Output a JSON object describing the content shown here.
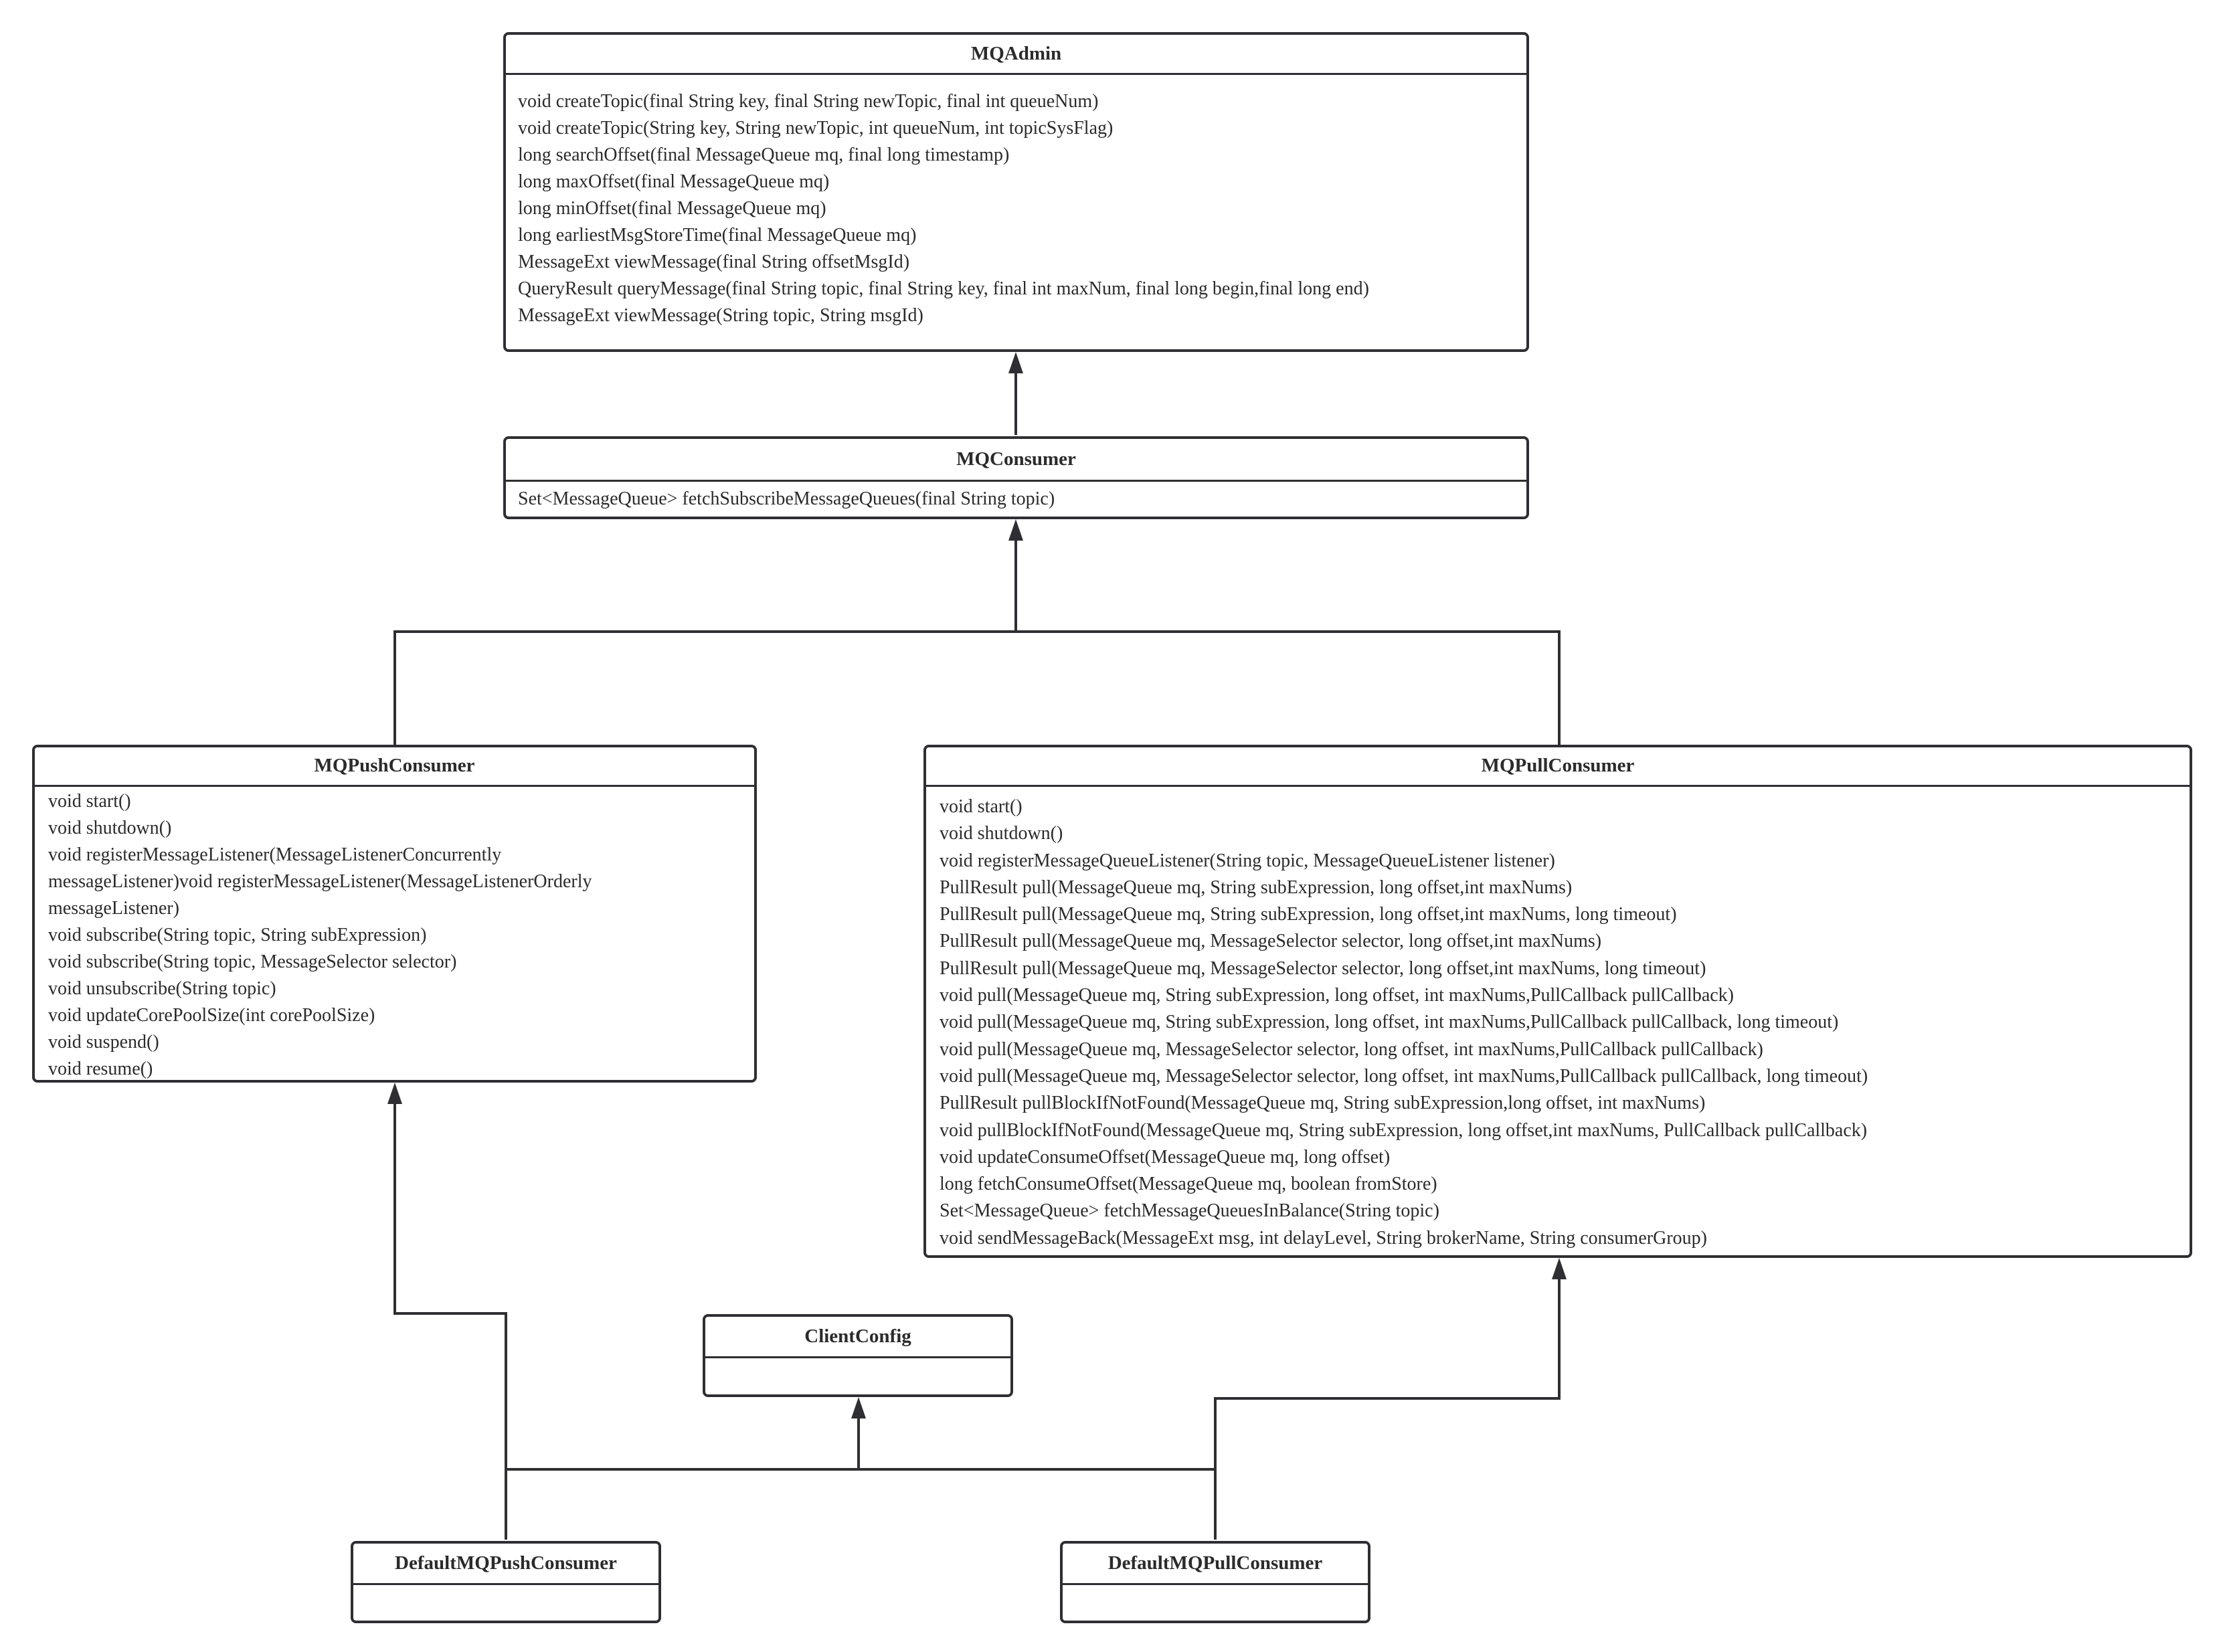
{
  "diagram": {
    "classes": [
      {
        "id": "mqadmin",
        "name": "MQAdmin",
        "operations": [
          "void createTopic(final String key, final String newTopic, final int queueNum)",
          "void createTopic(String key, String newTopic, int queueNum, int topicSysFlag)",
          "long searchOffset(final MessageQueue mq, final long timestamp)",
          "long maxOffset(final MessageQueue mq)",
          "long minOffset(final MessageQueue mq)",
          "long earliestMsgStoreTime(final MessageQueue mq)",
          "MessageExt viewMessage(final String offsetMsgId)",
          "QueryResult queryMessage(final String topic, final String key, final int maxNum, final long begin,final long end)",
          "MessageExt viewMessage(String topic, String msgId)"
        ]
      },
      {
        "id": "mqconsumer",
        "name": "MQConsumer",
        "operations": [
          "Set<MessageQueue> fetchSubscribeMessageQueues(final String topic)"
        ]
      },
      {
        "id": "mqpushconsumer",
        "name": "MQPushConsumer",
        "operations": [
          "void start()",
          "void shutdown()",
          "void registerMessageListener(MessageListenerConcurrently",
          "messageListener)void registerMessageListener(MessageListenerOrderly",
          "messageListener)",
          "void subscribe(String topic, String subExpression)",
          "void subscribe(String topic, MessageSelector selector)",
          "void unsubscribe(String topic)",
          "void updateCorePoolSize(int corePoolSize)",
          "void suspend()",
          "void resume()"
        ]
      },
      {
        "id": "mqpullconsumer",
        "name": "MQPullConsumer",
        "operations": [
          "void start()",
          "void shutdown()",
          "void registerMessageQueueListener(String topic, MessageQueueListener listener)",
          "PullResult pull(MessageQueue mq, String subExpression, long offset,int maxNums)",
          "PullResult pull(MessageQueue mq, String subExpression, long offset,int maxNums, long timeout)",
          "PullResult pull(MessageQueue mq, MessageSelector selector, long offset,int maxNums)",
          "PullResult pull(MessageQueue mq, MessageSelector selector, long offset,int maxNums, long timeout)",
          "void pull(MessageQueue mq, String subExpression, long offset, int maxNums,PullCallback pullCallback)",
          "void pull(MessageQueue mq, String subExpression, long offset, int maxNums,PullCallback pullCallback, long timeout)",
          "void pull(MessageQueue mq, MessageSelector selector, long offset, int maxNums,PullCallback pullCallback)",
          "void pull(MessageQueue mq, MessageSelector selector, long offset, int maxNums,PullCallback pullCallback, long timeout)",
          "PullResult pullBlockIfNotFound(MessageQueue mq, String subExpression,long offset, int maxNums)",
          "void pullBlockIfNotFound(MessageQueue mq, String subExpression, long offset,int maxNums, PullCallback pullCallback)",
          "void updateConsumeOffset(MessageQueue mq, long offset)",
          "long fetchConsumeOffset(MessageQueue mq, boolean fromStore)",
          "Set<MessageQueue> fetchMessageQueuesInBalance(String topic)",
          "void sendMessageBack(MessageExt msg, int delayLevel, String brokerName, String consumerGroup)"
        ]
      },
      {
        "id": "clientconfig",
        "name": "ClientConfig",
        "operations": []
      },
      {
        "id": "defaultmqpushconsumer",
        "name": "DefaultMQPushConsumer",
        "operations": []
      },
      {
        "id": "defaultmqpullconsumer",
        "name": "DefaultMQPullConsumer",
        "operations": []
      }
    ],
    "relations": [
      {
        "type": "generalization",
        "from": "mqconsumer",
        "to": "mqadmin"
      },
      {
        "type": "generalization",
        "from": "mqpushconsumer",
        "to": "mqconsumer"
      },
      {
        "type": "generalization",
        "from": "mqpullconsumer",
        "to": "mqconsumer"
      },
      {
        "type": "generalization",
        "from": "defaultmqpushconsumer",
        "to": "mqpushconsumer"
      },
      {
        "type": "generalization",
        "from": "defaultmqpushconsumer",
        "to": "clientconfig"
      },
      {
        "type": "generalization",
        "from": "defaultmqpullconsumer",
        "to": "clientconfig"
      },
      {
        "type": "generalization",
        "from": "defaultmqpullconsumer",
        "to": "mqpullconsumer"
      }
    ],
    "colors": {
      "stroke": "#2f2f33",
      "text": "#2b2b2b",
      "background": "#ffffff"
    }
  }
}
